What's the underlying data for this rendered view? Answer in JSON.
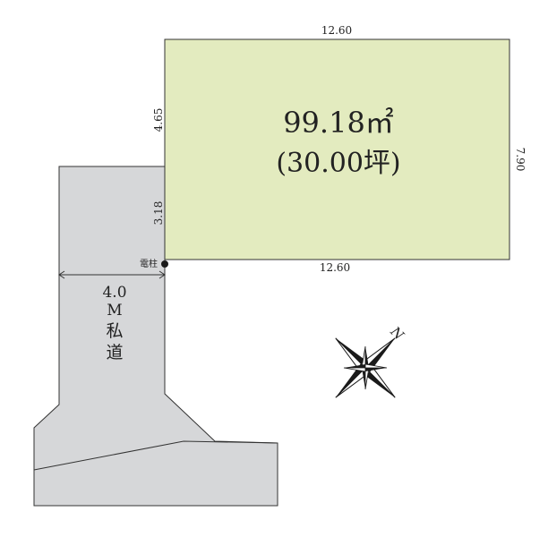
{
  "lot": {
    "area": "99.18㎡",
    "area_tsubo": "(30.00坪)",
    "fill_color": "#e3ebbf"
  },
  "dimensions": {
    "top": "12.60",
    "bottom": "12.60",
    "right": "7.90",
    "left_upper": "4.65",
    "left_lower": "3.18"
  },
  "road": {
    "width": "4.0",
    "unit": "M",
    "type_char1": "私",
    "type_char2": "道",
    "fill_color": "#d6d7d9"
  },
  "utility_pole": {
    "label": "電柱"
  },
  "compass": {
    "label": "N"
  }
}
